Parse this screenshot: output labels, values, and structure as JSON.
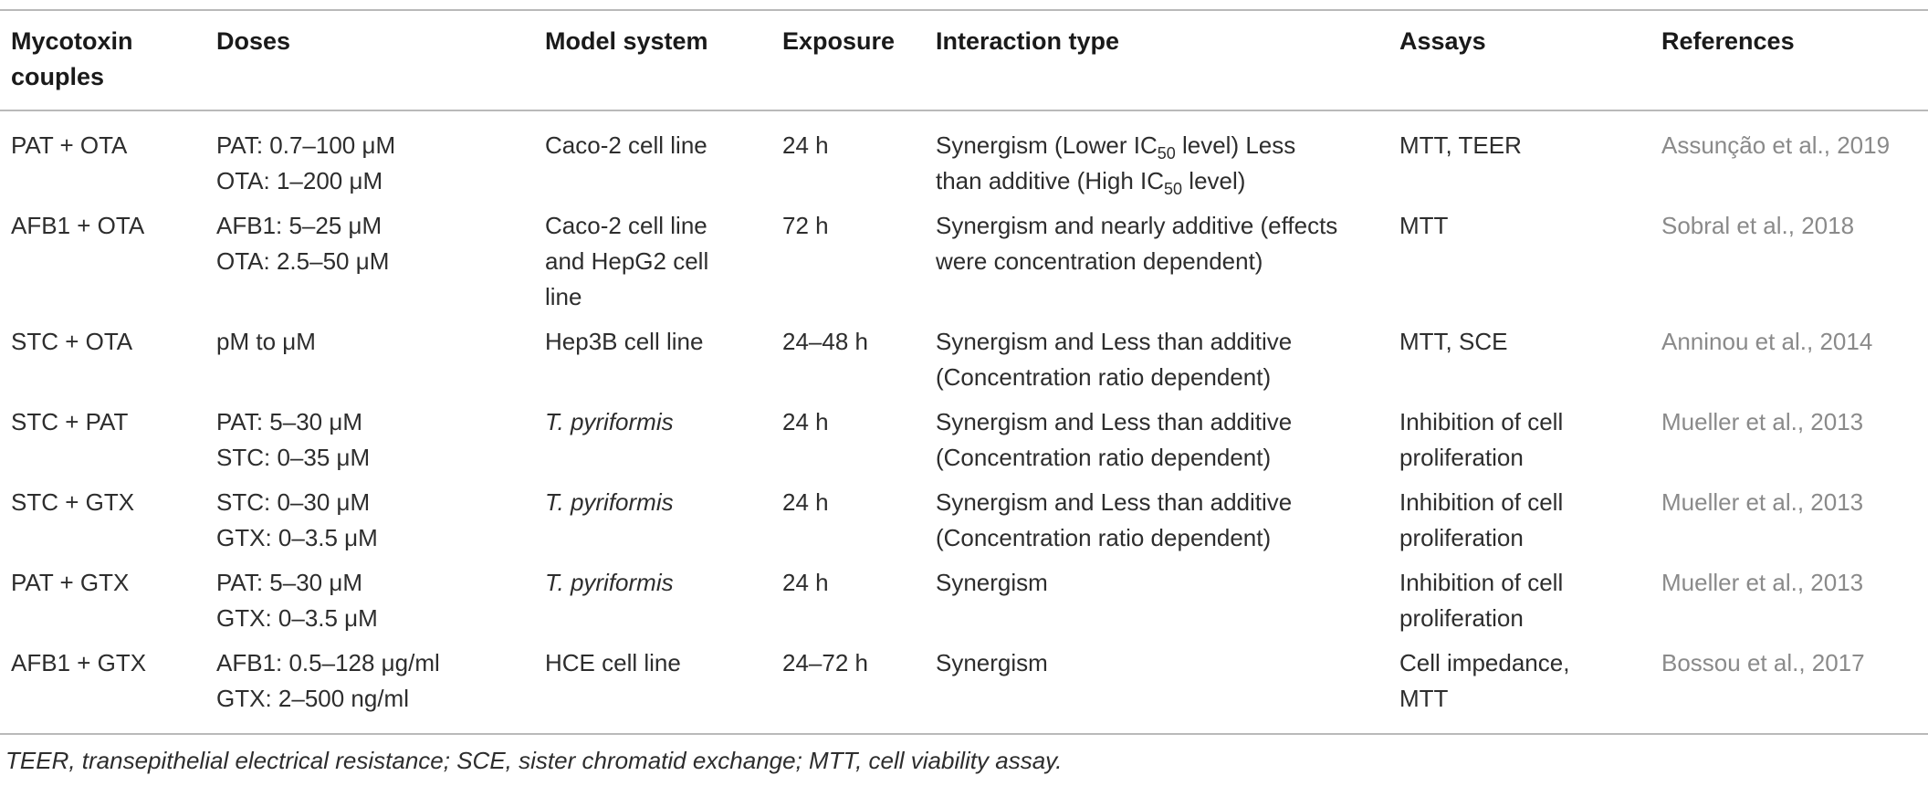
{
  "table": {
    "headers": [
      [
        "Mycotoxin",
        "couples"
      ],
      [
        "Doses"
      ],
      [
        "Model system"
      ],
      [
        "Exposure"
      ],
      [
        "Interaction type"
      ],
      [
        "Assays"
      ],
      [
        "References"
      ]
    ],
    "rows": [
      {
        "couple": "PAT + OTA",
        "doses": [
          "PAT: 0.7–100 μM",
          "OTA: 1–200 μM"
        ],
        "model": [
          "Caco-2 cell line"
        ],
        "model_italic": false,
        "exposure": "24 h",
        "interaction": [
          {
            "t": "Synergism (Lower IC"
          },
          {
            "sub": "50"
          },
          {
            "t": " level) Less"
          },
          {
            "br": true
          },
          {
            "t": "than additive (High IC"
          },
          {
            "sub": "50"
          },
          {
            "t": " level)"
          }
        ],
        "assays": [
          "MTT, TEER"
        ],
        "reference": "Assunção et al., 2019"
      },
      {
        "couple": "AFB1 + OTA",
        "doses": [
          "AFB1: 5–25 μM",
          "OTA: 2.5–50 μM"
        ],
        "model": [
          "Caco-2 cell line",
          "and HepG2 cell",
          "line"
        ],
        "model_italic": false,
        "exposure": "72 h",
        "interaction": [
          {
            "t": "Synergism and nearly additive (effects"
          },
          {
            "br": true
          },
          {
            "t": "were concentration dependent)"
          }
        ],
        "assays": [
          "MTT"
        ],
        "reference": "Sobral et al., 2018"
      },
      {
        "couple": "STC + OTA",
        "doses": [
          "pM to μM"
        ],
        "model": [
          "Hep3B cell line"
        ],
        "model_italic": false,
        "exposure": "24–48 h",
        "interaction": [
          {
            "t": "Synergism and Less than additive"
          },
          {
            "br": true
          },
          {
            "t": "(Concentration ratio dependent)"
          }
        ],
        "assays": [
          "MTT, SCE"
        ],
        "reference": "Anninou et al., 2014"
      },
      {
        "couple": "STC + PAT",
        "doses": [
          "PAT: 5–30 μM",
          "STC: 0–35 μM"
        ],
        "model": [
          "T. pyriformis"
        ],
        "model_italic": true,
        "exposure": "24 h",
        "interaction": [
          {
            "t": "Synergism and Less than additive"
          },
          {
            "br": true
          },
          {
            "t": "(Concentration ratio dependent)"
          }
        ],
        "assays": [
          "Inhibition of cell",
          "proliferation"
        ],
        "reference": "Mueller et al., 2013"
      },
      {
        "couple": "STC + GTX",
        "doses": [
          "STC: 0–30 μM",
          "GTX: 0–3.5 μM"
        ],
        "model": [
          "T. pyriformis"
        ],
        "model_italic": true,
        "exposure": "24 h",
        "interaction": [
          {
            "t": "Synergism and Less than additive"
          },
          {
            "br": true
          },
          {
            "t": "(Concentration ratio dependent)"
          }
        ],
        "assays": [
          "Inhibition of cell",
          "proliferation"
        ],
        "reference": "Mueller et al., 2013"
      },
      {
        "couple": "PAT + GTX",
        "doses": [
          "PAT: 5–30 μM",
          "GTX: 0–3.5 μM"
        ],
        "model": [
          "T. pyriformis"
        ],
        "model_italic": true,
        "exposure": "24 h",
        "interaction": [
          {
            "t": "Synergism"
          }
        ],
        "assays": [
          "Inhibition of cell",
          "proliferation"
        ],
        "reference": "Mueller et al., 2013"
      },
      {
        "couple": "AFB1 + GTX",
        "doses": [
          "AFB1: 0.5–128 μg/ml",
          "GTX: 2–500 ng/ml"
        ],
        "model": [
          "HCE cell line"
        ],
        "model_italic": false,
        "exposure": "24–72 h",
        "interaction": [
          {
            "t": "Synergism"
          }
        ],
        "assays": [
          "Cell impedance,",
          "MTT"
        ],
        "reference": "Bossou et al., 2017"
      }
    ]
  },
  "footnote": "TEER, transepithelial electrical resistance; SCE, sister chromatid exchange; MTT, cell viability assay."
}
